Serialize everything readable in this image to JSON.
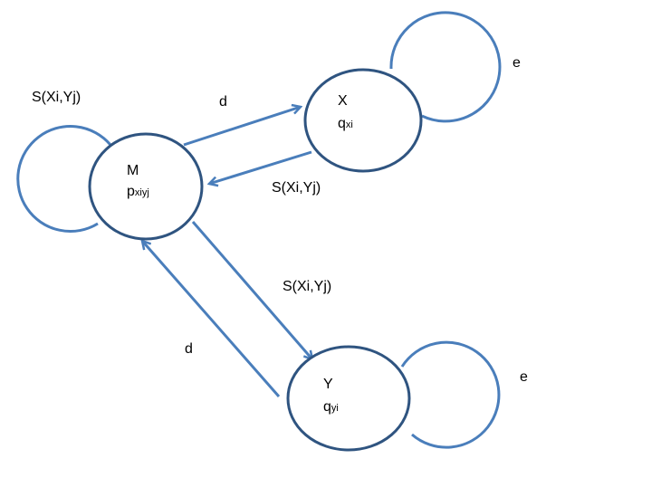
{
  "colors": {
    "node_stroke": "#2f5480",
    "edge": "#4a7ebb"
  },
  "nodes": {
    "m": {
      "name": "M",
      "var": "p",
      "sub": "xiyj"
    },
    "x": {
      "name": "X",
      "var": "q",
      "sub": "xi"
    },
    "y": {
      "name": "Y",
      "var": "q",
      "sub": "yi"
    }
  },
  "edges": {
    "m_self": "S(Xi,Yj)",
    "m_to_x": "d",
    "x_to_m": "S(Xi,Yj)",
    "m_to_y": "S(Xi,Yj)",
    "y_to_m": "d",
    "x_self": "e",
    "y_self": "e"
  }
}
